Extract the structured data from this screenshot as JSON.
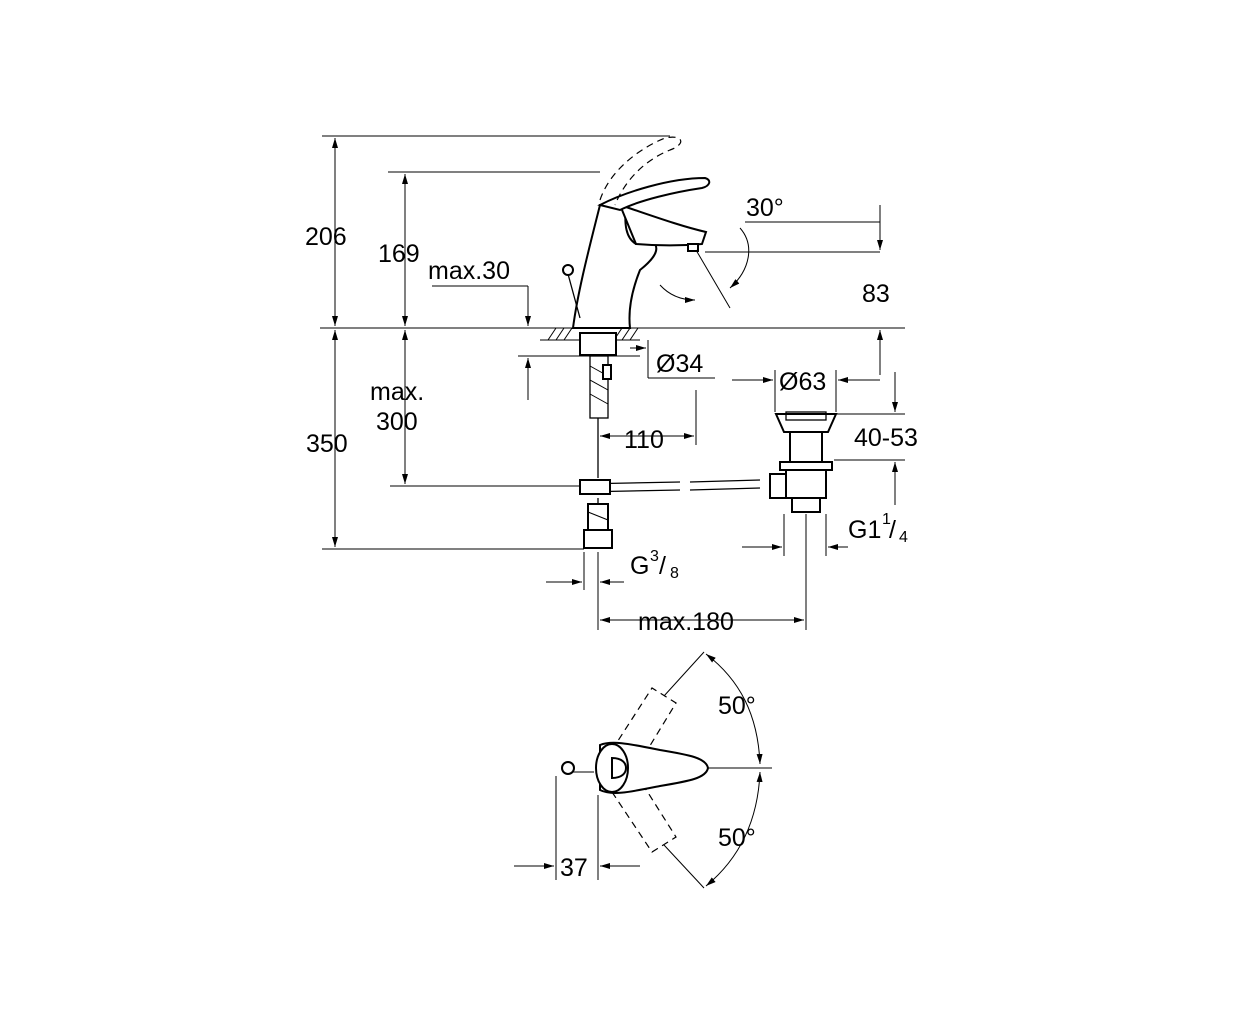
{
  "dimensions": {
    "total_height": "206",
    "lever_height": "169",
    "max_worktop": "max.30",
    "spout_angle": "30°",
    "spout_height": "83",
    "hole_diameter": "Ø34",
    "flange_diameter": "Ø63",
    "supply_max_prefix": "max.",
    "supply_max_value": "300",
    "under_depth": "350",
    "projection": "110",
    "waste_range": "40-53",
    "waste_thread": "G1",
    "waste_thread_num": "1",
    "waste_thread_den": "4",
    "supply_thread": "G",
    "supply_thread_num": "3",
    "supply_thread_den": "8",
    "max_offset": "max.180",
    "lever_angle_top": "50°",
    "lever_angle_bottom": "50°",
    "lever_offset": "37"
  }
}
